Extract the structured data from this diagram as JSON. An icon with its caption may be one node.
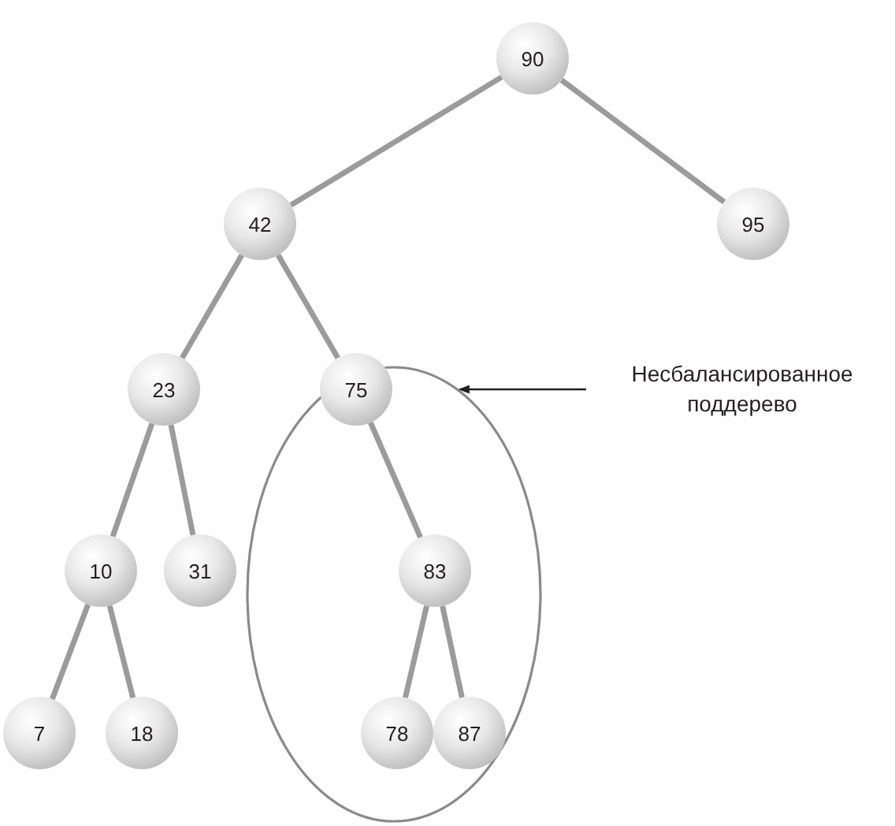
{
  "diagram": {
    "nodes": [
      {
        "text": [
          "90"
        ]
      },
      {
        "text": [
          "42"
        ]
      },
      {
        "text": [
          "95"
        ]
      },
      {
        "text": [
          "Несбалансированное поддерево"
        ]
      },
      {
        "text": [],
        "shape": "ellipse"
      },
      {
        "text": [
          "23"
        ]
      },
      {
        "text": [
          "75"
        ],
        "in": 4
      },
      {
        "text": [
          "10"
        ]
      },
      {
        "text": [
          "31"
        ]
      },
      {
        "text": [
          "83"
        ],
        "in": 4
      },
      {
        "text": [
          "7"
        ]
      },
      {
        "text": [
          "18"
        ]
      },
      {
        "text": [
          "78"
        ],
        "in": 4
      },
      {
        "text": [
          "87"
        ],
        "in": 4
      }
    ],
    "edges": [
      {
        "from": 0,
        "to": 1,
        "arrow": "none"
      },
      {
        "from": 0,
        "to": 2,
        "arrow": "none"
      },
      {
        "from": 1,
        "to": 5,
        "arrow": "none"
      },
      {
        "from": 1,
        "to": 6,
        "arrow": "none"
      },
      {
        "from": 5,
        "to": 7,
        "arrow": "none"
      },
      {
        "from": 5,
        "to": 8,
        "arrow": "none"
      },
      {
        "from": 7,
        "to": 10,
        "arrow": "none"
      },
      {
        "from": 7,
        "to": 11,
        "arrow": "none"
      },
      {
        "from": 6,
        "to": 9,
        "arrow": "none"
      },
      {
        "from": 9,
        "to": 12,
        "arrow": "none"
      },
      {
        "from": 9,
        "to": 13,
        "arrow": "none"
      },
      {
        "from": 3,
        "to": 4,
        "arrow": "to",
        "color": "#231f20"
      }
    ]
  }
}
